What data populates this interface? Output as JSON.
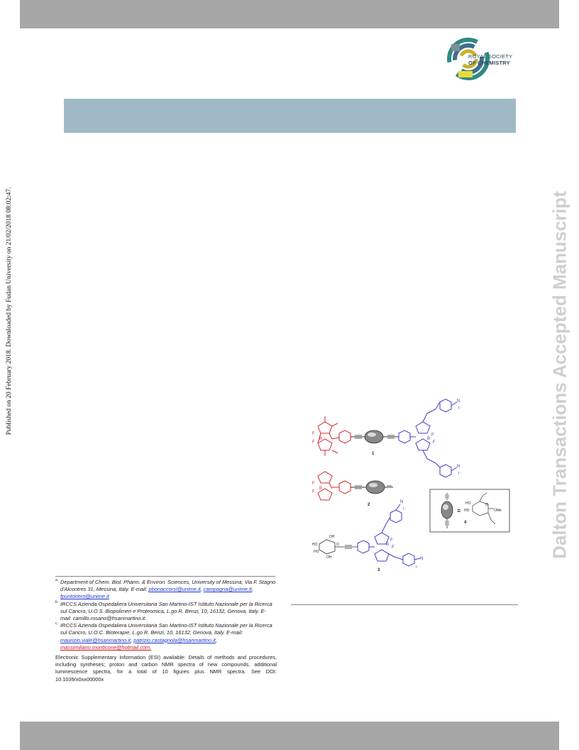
{
  "publisher": {
    "logo_icon": "rsc-crest-icon",
    "logo_line1": "ROYAL SOCIETY",
    "logo_line2": "OF CHEMISTRY"
  },
  "left_margin_text": "Published on 20 February 2018. Downloaded by Fudan University on 21/02/2018 08:02:47.",
  "right_margin_text": "Dalton Transactions Accepted Manuscript",
  "figure": {
    "compound_labels": [
      "1",
      "2",
      "3",
      "4"
    ],
    "equiv_symbol": "≡",
    "charge_label": "I⁻",
    "atoms": {
      "F": "F",
      "B": "B",
      "N": "N",
      "OH": "OH",
      "HO": "HO",
      "O": "O",
      "OMe": "OMe"
    }
  },
  "affiliations": [
    {
      "mark": "a.",
      "text": "Department of Chem. Biol. Pharm. & Environ. Sciences, University of Messina, Via F. Stagno d'Alcontres 31, Messina, Italy.  E-mail: ",
      "emails": [
        "pbonaccorsi@unime.it",
        "campagna@unime.it",
        "fpuntoriero@unime.it"
      ]
    },
    {
      "mark": "b.",
      "text": "IRCCS Azienda Ospedaliera Universitaria San Martino-IST Istituto Nazionale per la Ricerca sul Cancro, U.O.S. Biopolimeri e Proteomica, L.go R. Benzi, 10, 16132, Genova, Italy. E-mail: camillo.rosano@hsanmartino.it."
    },
    {
      "mark": "c.",
      "text": "IRCCS Azienda Ospedaliera Universitaria San Martino-IST Istituto Nazionale per la Ricerca sul Cancro, U.O.C. Bioterapie, L.go R. Benzi, 10, 16132, Genova, Italy. E-mail: ",
      "emails": [
        "maurizio.viale@hsanmartino.it",
        "patrizio.castagnola@hsanmartino.it",
        "massimiliano.monticone@hotmail.com."
      ]
    }
  ],
  "esi_note": "Electronic Supplementary Information (ESI) available: Details of methods and procedures, including syntheses; proton and carbon NMR spectra of new compounds, additional luminescence spectra, for a total of 10 figures plus NMR spectra. See DOI: 10.1039/x0xx00000x",
  "colors": {
    "header_bar": "#a6a6a6",
    "title_banner": "#9fbac5",
    "bodipy_red": "#d6262b",
    "bodipy_blue": "#3a3ec4",
    "watermark": "#cfcfcf",
    "email_link": "#1a35c9",
    "email_link_red": "#c4162a"
  }
}
